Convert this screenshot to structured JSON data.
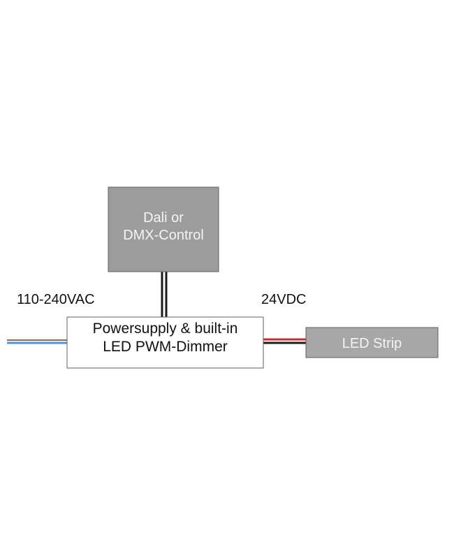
{
  "diagram": {
    "control_box": {
      "line1": "Dali or",
      "line2": "DMX-Control"
    },
    "dimmer_box": {
      "line1": "Powersupply & built-in",
      "line2": "LED PWM-Dimmer"
    },
    "led_strip": {
      "label": "LED Strip"
    },
    "input_voltage": "110-240VAC",
    "output_voltage": "24VDC"
  },
  "colors": {
    "control_box_fill": "#9c9c9c",
    "led_strip_fill": "#a7a7a7",
    "box_border": "#5f5f5f",
    "wire_red": "#cc2a2a",
    "wire_blue": "#4f94d8",
    "wire_brown": "#8f6c57",
    "wire_dark": "#1b1b1b"
  }
}
